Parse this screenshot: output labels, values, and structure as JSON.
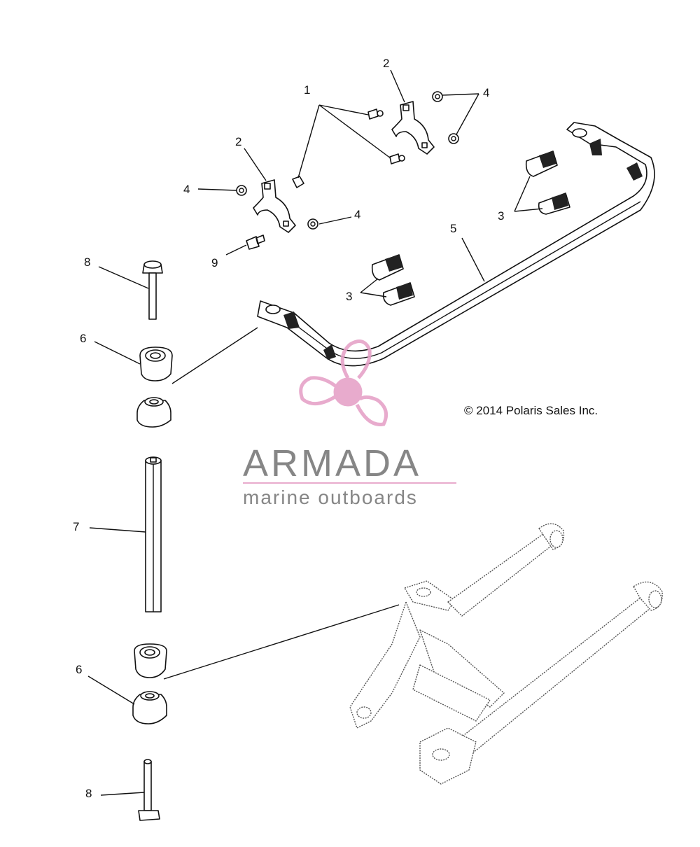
{
  "diagram": {
    "copyright": "© 2014 Polaris Sales Inc.",
    "callouts": {
      "c1": "1",
      "c2a": "2",
      "c2b": "2",
      "c3a": "3",
      "c3b": "3",
      "c4a": "4",
      "c4b": "4",
      "c4c": "4",
      "c5": "5",
      "c6a": "6",
      "c6b": "6",
      "c7": "7",
      "c8a": "8",
      "c8b": "8",
      "c9": "9"
    }
  },
  "watermark": {
    "brand": "ARMADA",
    "tagline": "marine outboards",
    "colors": {
      "pink": "#e6a3c8",
      "gray": "#7a7a7a"
    }
  },
  "colors": {
    "line": "#111111",
    "background": "#ffffff"
  }
}
